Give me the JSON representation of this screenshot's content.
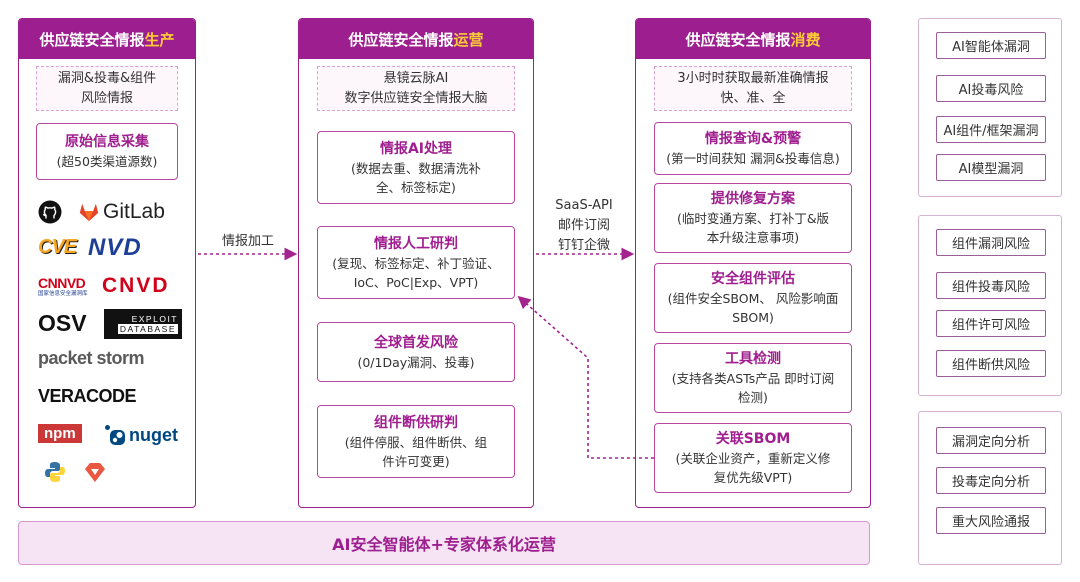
{
  "columns": {
    "production": {
      "title_main": "供应链安全情报",
      "title_hl": "生产"
    },
    "operation": {
      "title_main": "供应链安全情报",
      "title_hl": "运营"
    },
    "consumption": {
      "title_main": "供应链安全情报",
      "title_hl": "消费"
    }
  },
  "production": {
    "intro_line1": "漏洞&投毒&组件",
    "intro_line2": "风险情报",
    "collect_title": "原始信息采集",
    "collect_desc": "(超50类渠道源数)",
    "logos": {
      "gitlab": "GitLab",
      "cve": "CVE",
      "nvd": "NVD",
      "cnnvd": "CNNVD",
      "cnnvd_sub": "国家信息安全漏洞库",
      "cnvd": "CNVD",
      "osv": "OSV",
      "exploit_line1": "EXPLOIT",
      "exploit_line2": "DATABASE",
      "packetstorm": "packet storm",
      "veracode": "VERACODE",
      "npm": "npm",
      "nuget": "nuget"
    }
  },
  "operation": {
    "intro_line1": "悬镜云脉AI",
    "intro_line2": "数字供应链安全情报大脑",
    "cards": [
      {
        "title": "情报AI处理",
        "desc1": "(数据去重、数据清洗补",
        "desc2": "全、标签标定)"
      },
      {
        "title": "情报人工研判",
        "desc1": "(复现、标签标定、补丁验证、",
        "desc2": "IoC、PoC|Exp、VPT)"
      },
      {
        "title": "全球首发风险",
        "desc1": "(0/1Day漏洞、投毒)",
        "desc2": ""
      },
      {
        "title": "组件断供研判",
        "desc1": "(组件停服、组件断供、组",
        "desc2": "件许可变更)"
      }
    ]
  },
  "consumption": {
    "intro_line1": "3小时时获取最新准确情报",
    "intro_line2": "快、准、全",
    "cards": [
      {
        "title": "情报查询&预警",
        "desc1": "(第一时间获知 漏洞&投毒信息)",
        "desc2": ""
      },
      {
        "title": "提供修复方案",
        "desc1": "(临时变通方案、打补丁&版",
        "desc2": "本升级注意事项)"
      },
      {
        "title": "安全组件评估",
        "desc1": "(组件安全SBOM、 风险影响面",
        "desc2": "SBOM)"
      },
      {
        "title": "工具检测",
        "desc1": "(支持各类ASTs产品 即时订阅",
        "desc2": "检测)"
      },
      {
        "title": "关联SBOM",
        "desc1": "(关联企业资产，重新定义修",
        "desc2": "复优先级VPT)"
      }
    ]
  },
  "flows": {
    "left_label": "情报加工",
    "right_line1": "SaaS-API",
    "right_line2": "邮件订阅",
    "right_line3": "钉钉企微"
  },
  "bottom_bar": "AI安全智能体+专家体系化运营",
  "right_groups": [
    {
      "items": [
        "AI智能体漏洞",
        "AI投毒风险",
        "AI组件/框架漏洞",
        "AI模型漏洞"
      ]
    },
    {
      "items": [
        "组件漏洞风险",
        "组件投毒风险",
        "组件许可风险",
        "组件断供风险"
      ]
    },
    {
      "items": [
        "漏洞定向分析",
        "投毒定向分析",
        "重大风险通报"
      ]
    }
  ],
  "colors": {
    "brand": "#9d1f8f",
    "highlight": "#ffcc33",
    "bar_bg": "#f6e3f3"
  }
}
